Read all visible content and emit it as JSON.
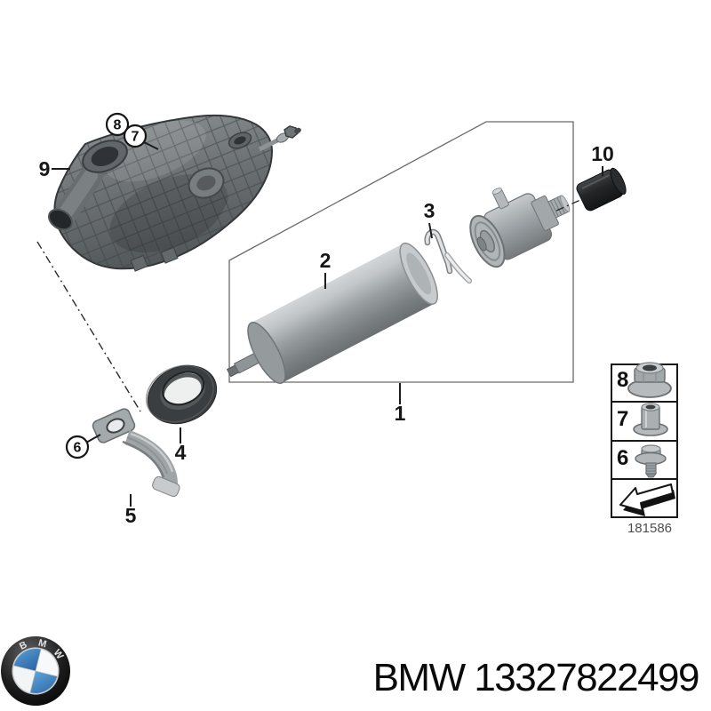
{
  "page": {
    "background": "#ffffff"
  },
  "diagram": {
    "code": "181586",
    "callouts": {
      "c1": "1",
      "c2": "2",
      "c3": "3",
      "c4": "4",
      "c5": "5",
      "c6": "6",
      "c7": "7",
      "c8": "8",
      "c9": "9",
      "c10": "10"
    },
    "legend": {
      "items": [
        {
          "label": "8",
          "icon": "flange-nut-icon"
        },
        {
          "label": "7",
          "icon": "spacer-sleeve-icon"
        },
        {
          "label": "6",
          "icon": "screw-washer-icon"
        },
        {
          "label": "",
          "icon": "direction-arrow-icon"
        }
      ]
    }
  },
  "footer": {
    "part_number": "BMW 13327822499",
    "logo_letters": [
      "B",
      "M",
      "W"
    ]
  },
  "colors": {
    "metal_light": "#c9cdcf",
    "metal_mid": "#969b9d",
    "metal_dark": "#6f7477",
    "housing_gray": "#74797c",
    "rubber_dark": "#3a3e41",
    "cap_black": "#26282a",
    "bmw_blue": "#2f6fb0",
    "line": "#1c1c1c"
  }
}
